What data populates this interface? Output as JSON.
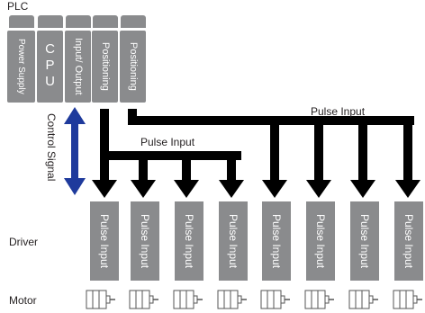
{
  "plc": {
    "title": "PLC",
    "modules": [
      {
        "label": "Power Supply"
      },
      {
        "label": "C P U"
      },
      {
        "label": "Input/ Output"
      },
      {
        "label": "Positioning"
      },
      {
        "label": "Positioning"
      }
    ]
  },
  "control_signal": {
    "label": "Control Signal",
    "color": "#1e3a9c"
  },
  "signal_lines": {
    "upper_label": "Pulse Input",
    "lower_label": "Pulse Input",
    "color": "#000000"
  },
  "rows": {
    "driver_label": "Driver",
    "motor_label": "Motor"
  },
  "drivers": [
    {
      "label": "Pulse Input"
    },
    {
      "label": "Pulse Input"
    },
    {
      "label": "Pulse Input"
    },
    {
      "label": "Pulse Input"
    },
    {
      "label": "Pulse Input"
    },
    {
      "label": "Pulse Input"
    },
    {
      "label": "Pulse Input"
    },
    {
      "label": "Pulse Input"
    }
  ],
  "colors": {
    "module_gray": "#8a8b8d",
    "text_on_gray": "#ffffff"
  }
}
